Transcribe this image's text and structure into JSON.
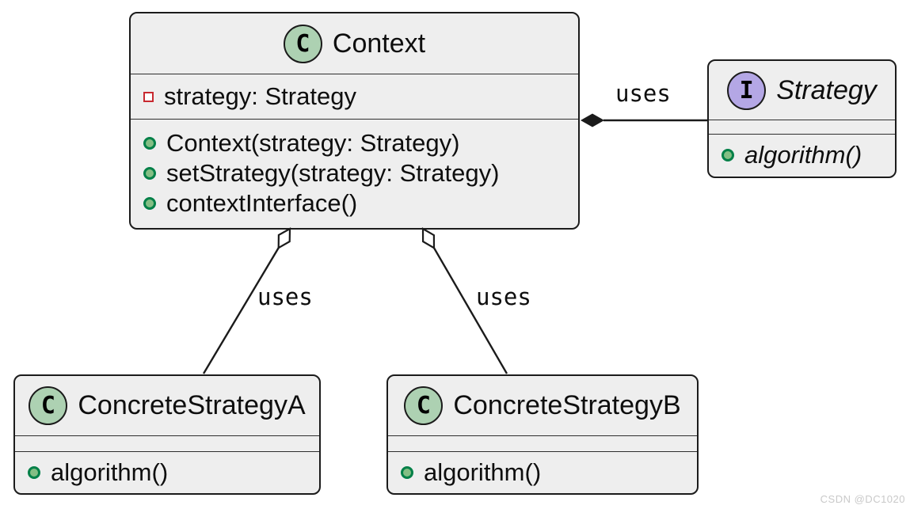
{
  "diagram": {
    "type": "uml-class-diagram",
    "pattern": "Strategy",
    "classes": [
      {
        "name": "Context",
        "kind": "class",
        "stereotype_letter": "C",
        "fields": [
          {
            "visibility": "private",
            "text": "strategy: Strategy"
          }
        ],
        "methods": [
          {
            "visibility": "public",
            "text": "Context(strategy: Strategy)"
          },
          {
            "visibility": "public",
            "text": "setStrategy(strategy: Strategy)"
          },
          {
            "visibility": "public",
            "text": "contextInterface()"
          }
        ]
      },
      {
        "name": "Strategy",
        "kind": "interface",
        "stereotype_letter": "I",
        "fields": [],
        "methods": [
          {
            "visibility": "public",
            "text": "algorithm()",
            "abstract": true
          }
        ]
      },
      {
        "name": "ConcreteStrategyA",
        "kind": "class",
        "stereotype_letter": "C",
        "fields": [],
        "methods": [
          {
            "visibility": "public",
            "text": "algorithm()"
          }
        ]
      },
      {
        "name": "ConcreteStrategyB",
        "kind": "class",
        "stereotype_letter": "C",
        "fields": [],
        "methods": [
          {
            "visibility": "public",
            "text": "algorithm()"
          }
        ]
      }
    ],
    "edges": [
      {
        "from": "Context",
        "to": "Strategy",
        "label": "uses",
        "type": "composition"
      },
      {
        "from": "Context",
        "to": "ConcreteStrategyA",
        "label": "uses",
        "type": "aggregation"
      },
      {
        "from": "Context",
        "to": "ConcreteStrategyB",
        "label": "uses",
        "type": "aggregation"
      }
    ],
    "icons": {
      "class-stereotype-icon": "circled letter C",
      "interface-stereotype-icon": "circled letter I",
      "public-method-icon": "green filled circle",
      "private-field-icon": "red open square",
      "composition-diamond-icon": "filled black diamond",
      "aggregation-diamond-icon": "open white diamond"
    },
    "colors": {
      "box_fill": "#EEEEEE",
      "line": "#1B1B1B",
      "class_spot_fill": "#ADD1B2",
      "interface_spot_fill": "#B4A7E5",
      "method_dot_fill": "#84BE84",
      "method_dot_border": "#038048",
      "private_square_border": "#C82930"
    },
    "watermark": "CSDN @DC1020"
  }
}
